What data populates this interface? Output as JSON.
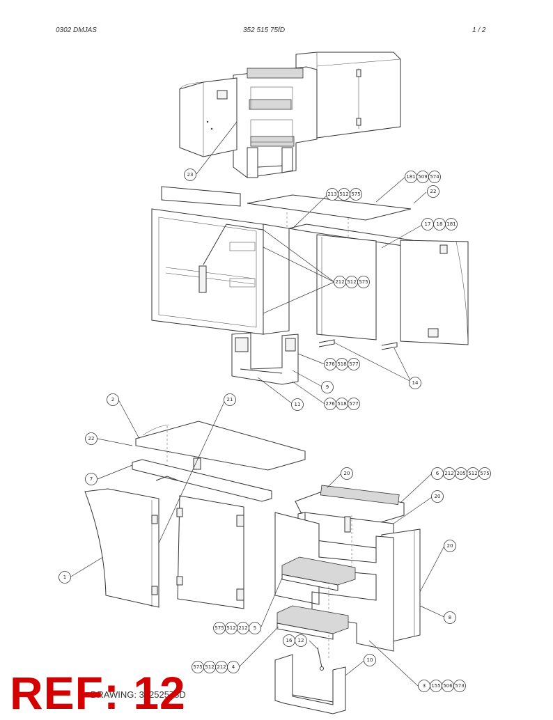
{
  "header": {
    "left": "0302 DMJAS",
    "center": "352 515 75fD",
    "right": "1 /  2"
  },
  "footer": {
    "drawing_text": "DRAWING: 35252578D",
    "ref_stamp": "REF: 12"
  },
  "callouts": {
    "c23": [
      "23"
    ],
    "c213": [
      "213",
      "512",
      "575"
    ],
    "c181": [
      "181",
      "509",
      "574"
    ],
    "c22a": [
      "22"
    ],
    "c17": [
      "17",
      "18",
      "181"
    ],
    "c212a": [
      "212",
      "512",
      "575"
    ],
    "c276a": [
      "276",
      "518",
      "577"
    ],
    "c9": [
      "9"
    ],
    "c14": [
      "14"
    ],
    "c276b": [
      "276",
      "518",
      "577"
    ],
    "c11": [
      "11"
    ],
    "c2": [
      "2"
    ],
    "c21": [
      "21"
    ],
    "c22b": [
      "22"
    ],
    "c7": [
      "7"
    ],
    "c20a": [
      "20"
    ],
    "c6": [
      "6",
      "212",
      "205",
      "512",
      "575"
    ],
    "c20b": [
      "20"
    ],
    "c20c": [
      "20"
    ],
    "c1": [
      "1"
    ],
    "c8": [
      "8"
    ],
    "c5": [
      "575",
      "512",
      "212",
      "5"
    ],
    "c16": [
      "16",
      "12"
    ],
    "c10": [
      "10"
    ],
    "c4": [
      "575",
      "512",
      "212",
      "4"
    ],
    "c3": [
      "3",
      "155",
      "506",
      "573"
    ]
  }
}
